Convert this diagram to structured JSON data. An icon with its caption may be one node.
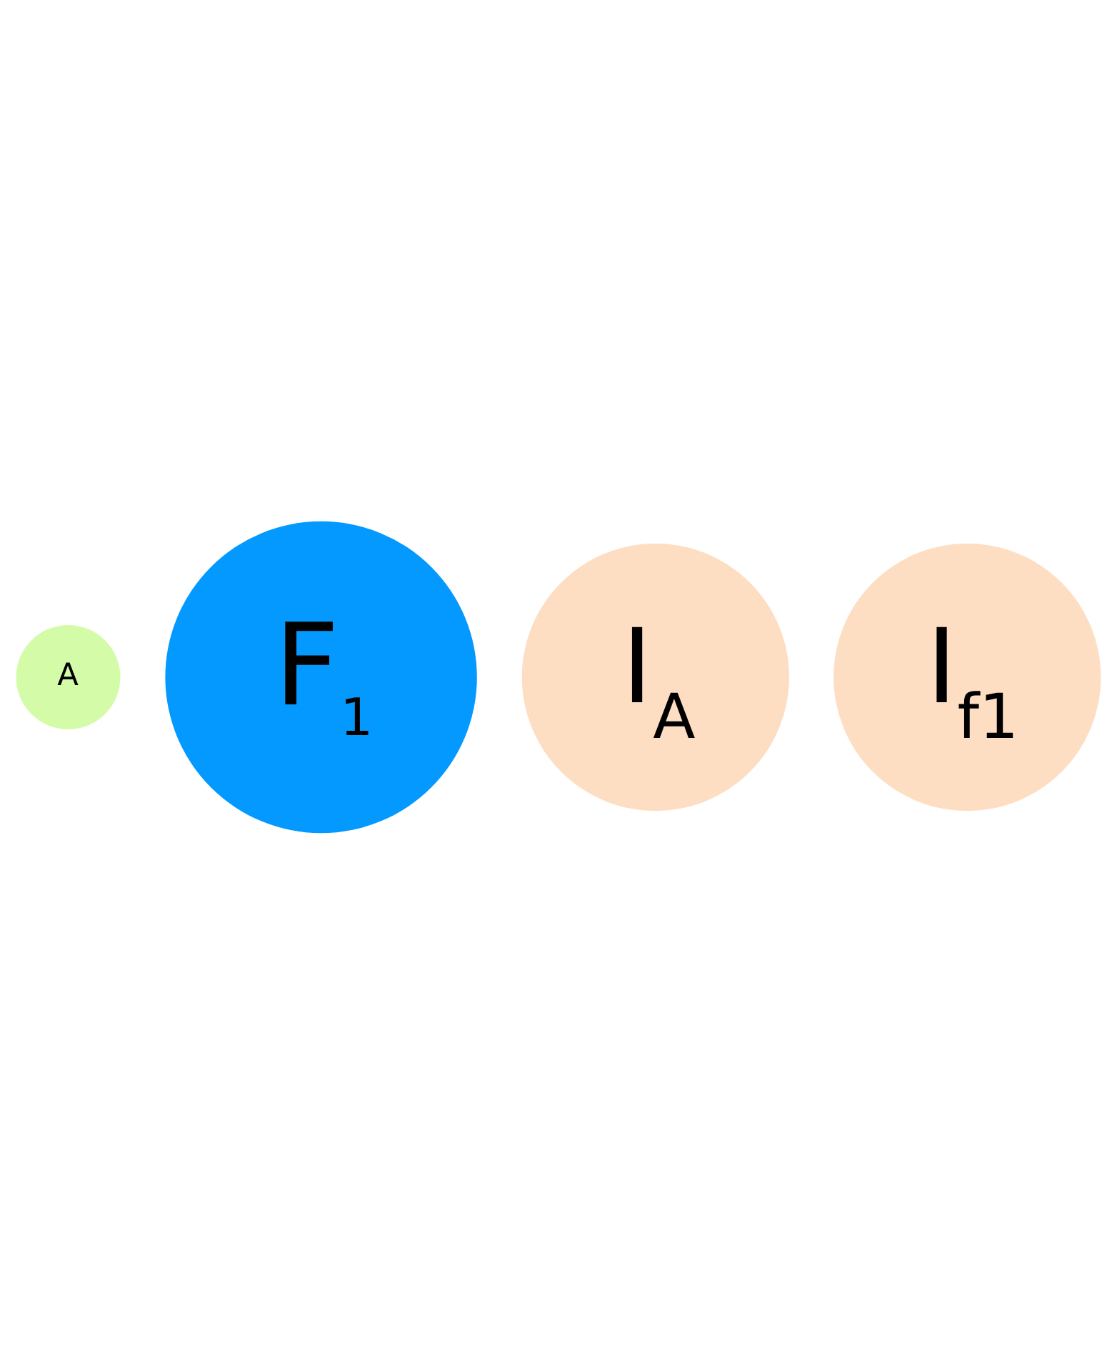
{
  "diagram": {
    "nodes": [
      {
        "text": [
          "A"
        ]
      },
      {
        "text": [
          "F$_{1}$"
        ]
      },
      {
        "text": [
          "I$_{A}$"
        ]
      },
      {
        "text": [
          "I$_{f1}$"
        ]
      }
    ]
  }
}
